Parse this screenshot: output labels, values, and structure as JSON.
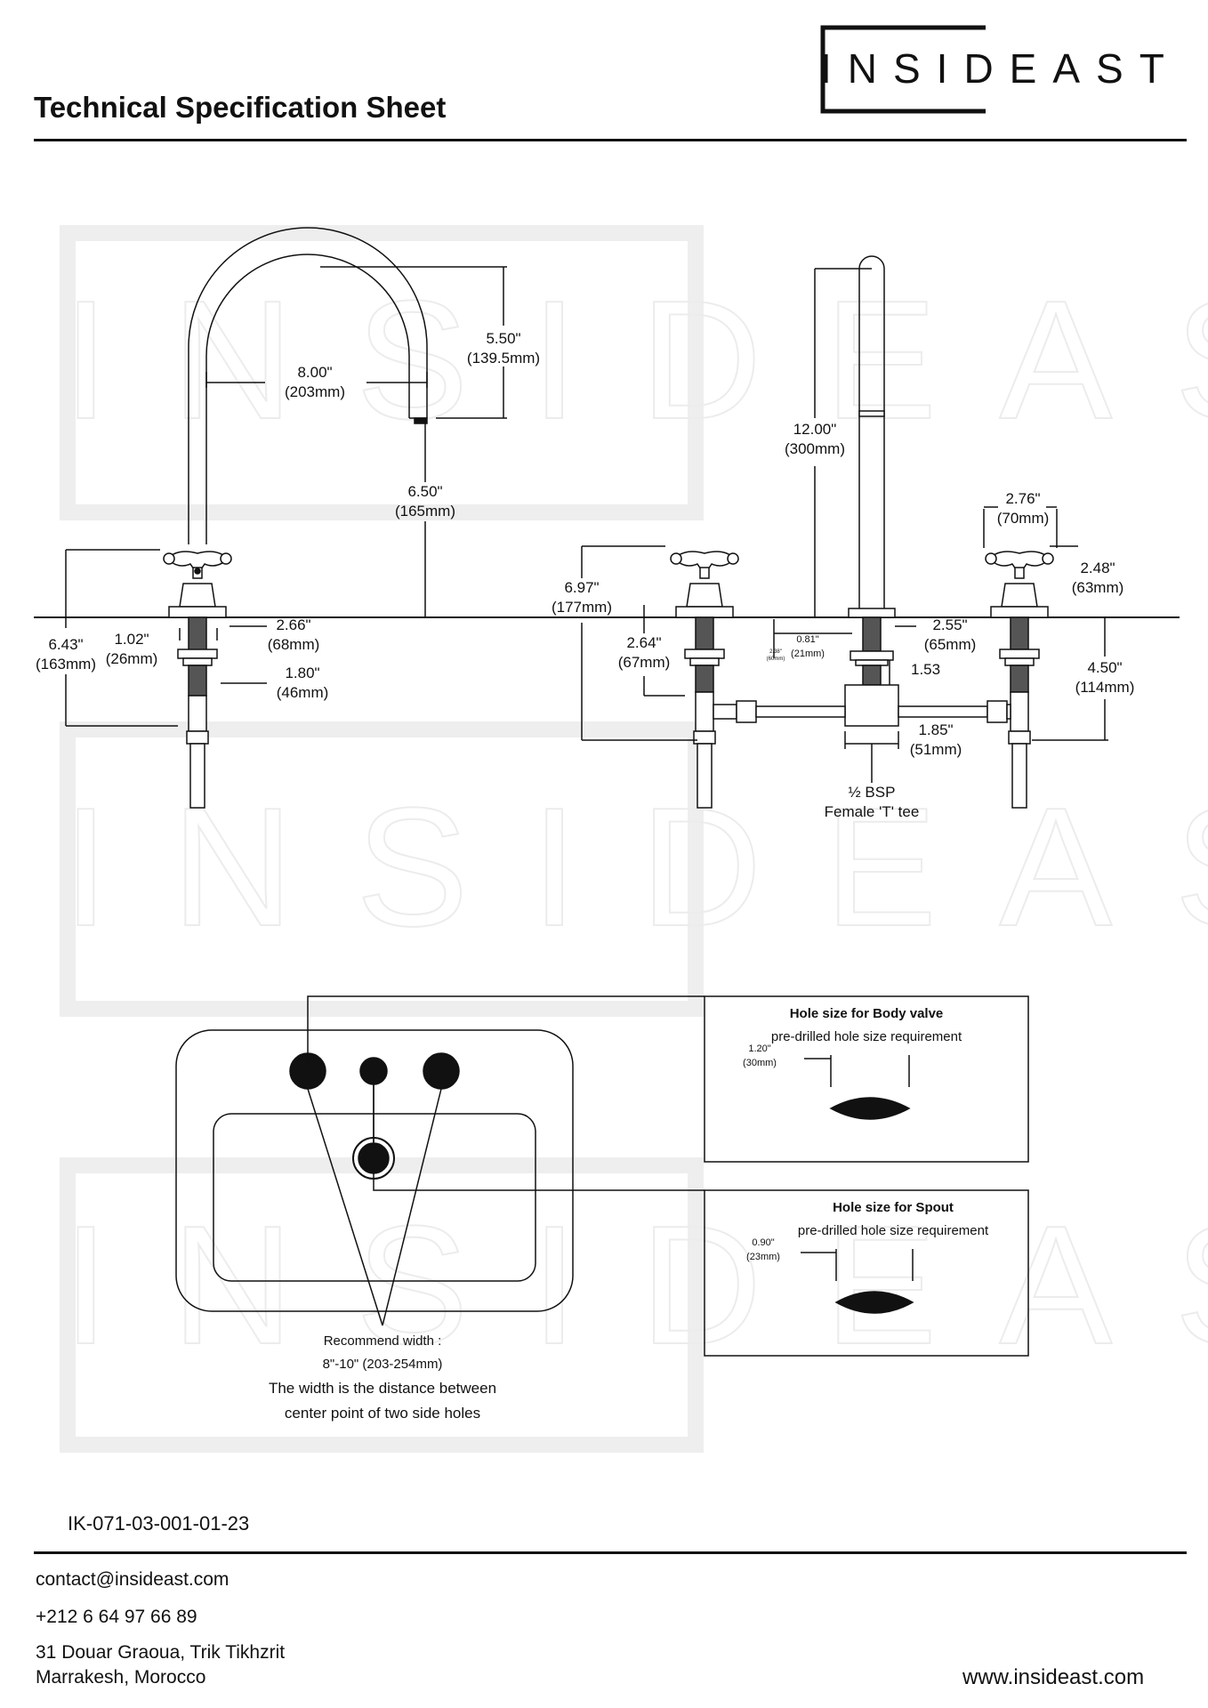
{
  "header": {
    "brand": "INSIDEAST",
    "title": "Technical Specification Sheet"
  },
  "elevation_left": {
    "spout_reach": {
      "in": "8.00\"",
      "mm": "(203mm)"
    },
    "spout_drop": {
      "in": "5.50\"",
      "mm": "(139.5mm)"
    },
    "spout_clearance": {
      "in": "6.50\"",
      "mm": "(165mm)"
    },
    "handle_height": {
      "in": "6.43\"",
      "mm": "(163mm)"
    },
    "shank_dia": {
      "in": "1.02\"",
      "mm": "(26mm)"
    },
    "flange_dia": {
      "in": "2.66\"",
      "mm": "(68mm)"
    },
    "nut_dia": {
      "in": "1.80\"",
      "mm": "(46mm)"
    }
  },
  "elevation_right": {
    "spout_height": {
      "in": "12.00\"",
      "mm": "(300mm)"
    },
    "handle_width": {
      "in": "2.76\"",
      "mm": "(70mm)"
    },
    "handle_rise": {
      "in": "2.48\"",
      "mm": "(63mm)"
    },
    "valve_height": {
      "in": "6.97\"",
      "mm": "(177mm)"
    },
    "valve_shank": {
      "in": "2.64\"",
      "mm": "(67mm)"
    },
    "spout_shank": {
      "in": "0.81\"",
      "mm": "(21mm)"
    },
    "tiny_note": {
      "in": "2.38\"",
      "mm": "(60mm)"
    },
    "spout_flange": {
      "in": "2.55\"",
      "mm": "(65mm)"
    },
    "tee_offset": "1.53",
    "tee_width": {
      "in": "1.85\"",
      "mm": "(51mm)"
    },
    "below_deck": {
      "in": "4.50\"",
      "mm": "(114mm)"
    },
    "tee_label_1": "½ BSP",
    "tee_label_2": "Female 'T' tee"
  },
  "plan": {
    "recommend_1": "Recommend width :",
    "recommend_2": "8\"-10\" (203-254mm)",
    "note_1": "The width is the distance between",
    "note_2": "center point of two side holes",
    "body_valve": {
      "title": "Hole size for Body valve",
      "subtitle": "pre-drilled hole size requirement",
      "size_in": "1.20\"",
      "size_mm": "(30mm)"
    },
    "spout": {
      "title": "Hole size for Spout",
      "subtitle": "pre-drilled hole size requirement",
      "size_in": "0.90\"",
      "size_mm": "(23mm)"
    }
  },
  "product_code": "IK-071-03-001-01-23",
  "footer": {
    "email": "contact@insideast.com",
    "phone": "+212 6 64 97 66 89",
    "address_1": "31 Douar Graoua, Trik Tikhzrit",
    "address_2": "Marrakesh, Morocco",
    "website": "www.insideast.com"
  },
  "watermark": "INSIDEAST"
}
